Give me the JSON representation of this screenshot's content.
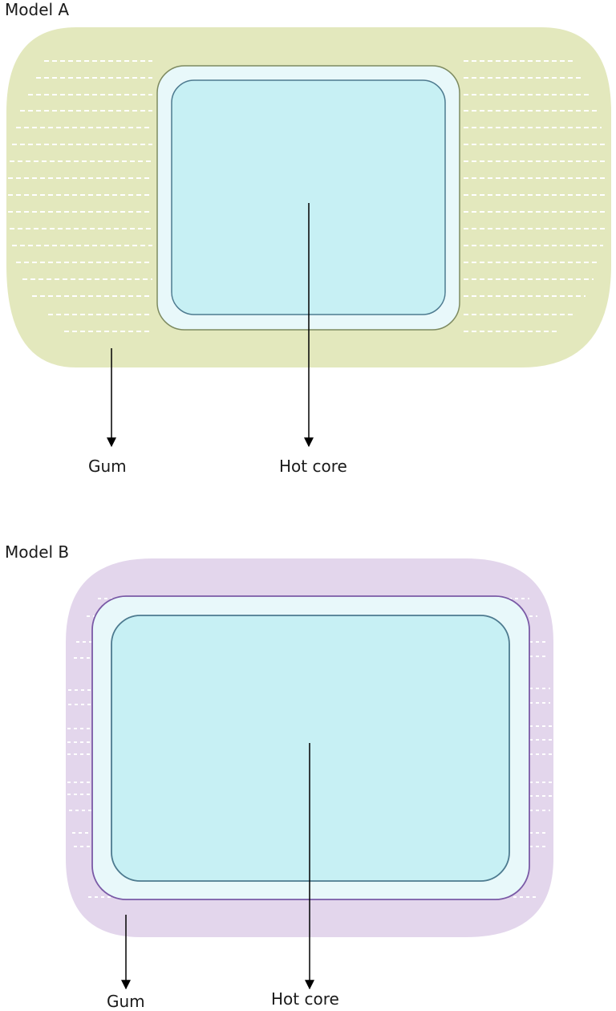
{
  "model_a": {
    "title": "Model A",
    "gum_label": "Gum",
    "core_label": "Hot core",
    "colors": {
      "gum": "#e3e8bd",
      "shell": "#e8f8fa",
      "shell_stroke": "#7d8a60",
      "core": "#c7f0f4",
      "core_stroke": "#4d7a8f",
      "dash": "#ffffff"
    }
  },
  "model_b": {
    "title": "Model B",
    "gum_label": "Gum",
    "core_label": "Hot core",
    "colors": {
      "gum": "#e3d6ec",
      "shell": "#e8f8fa",
      "shell_stroke": "#7a5aa6",
      "core": "#c7f0f4",
      "core_stroke": "#4d7a8f",
      "dash": "#ffffff"
    }
  }
}
